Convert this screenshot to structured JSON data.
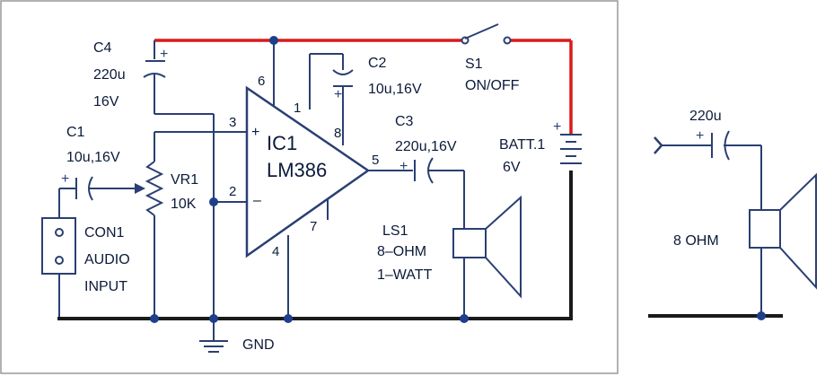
{
  "main": {
    "c4": {
      "name": "C4",
      "value": "220u",
      "rating": "16V"
    },
    "c1": {
      "name": "C1",
      "value": "10u,16V"
    },
    "c2": {
      "name": "C2",
      "value": "10u,16V"
    },
    "c3": {
      "name": "C3",
      "value": "220u,16V"
    },
    "vr1": {
      "name": "VR1",
      "value": "10K"
    },
    "ic1": {
      "name": "IC1",
      "part": "LM386"
    },
    "pins": {
      "p1": "1",
      "p2": "2",
      "p3": "3",
      "p4": "4",
      "p5": "5",
      "p6": "6",
      "p7": "7",
      "p8": "8"
    },
    "s1": {
      "name": "S1",
      "label": "ON/OFF"
    },
    "batt": {
      "name": "BATT.1",
      "value": "6V"
    },
    "ls1": {
      "name": "LS1",
      "ohm": "8–OHM",
      "watt": "1–WATT"
    },
    "con1": {
      "name": "CON1",
      "line1": "AUDIO",
      "line2": "INPUT"
    },
    "gnd": "GND",
    "plus_sign": "+",
    "minus_sign": "–"
  },
  "inset": {
    "cap_value": "220u",
    "speaker_label": "8  OHM"
  },
  "colors": {
    "wire": "#2a3f73",
    "supply_wire": "#d91a1a",
    "ground_rail": "#1a1a1a",
    "junction": "#1e3f8c",
    "frame": "#999999"
  }
}
